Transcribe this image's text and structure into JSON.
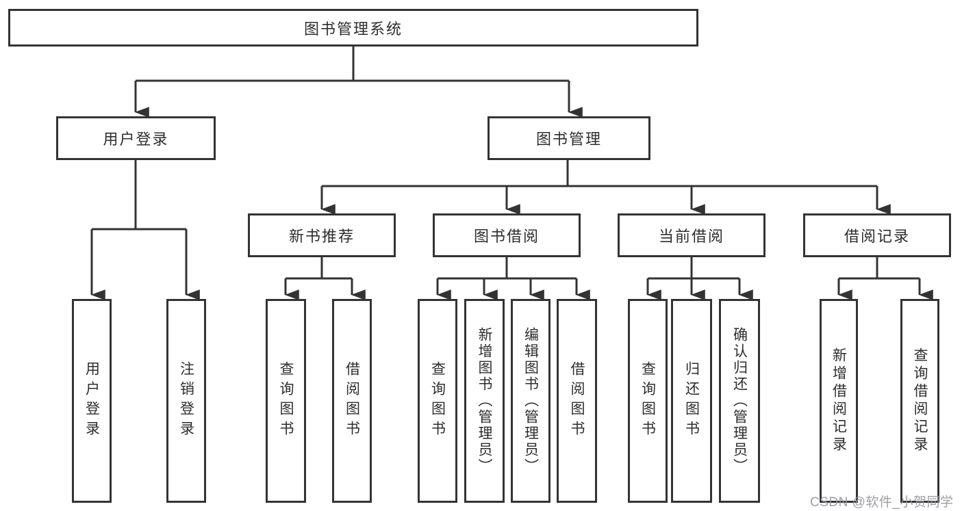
{
  "root": {
    "label": "图书管理系统"
  },
  "branches": {
    "user_login": {
      "label": "用户登录"
    },
    "book_mgmt": {
      "label": "图书管理"
    },
    "new_book_rec": {
      "label": "新书推荐"
    },
    "book_borrow": {
      "label": "图书借阅"
    },
    "current_borrow": {
      "label": "当前借阅"
    },
    "borrow_records": {
      "label": "借阅记录"
    }
  },
  "leaves": {
    "user_login_leaf": {
      "label": "用户登录"
    },
    "logout": {
      "label": "注销登录"
    },
    "rec_query_books": {
      "label": "查询图书"
    },
    "rec_borrow_books": {
      "label": "借阅图书"
    },
    "bb_query_books": {
      "label": "查询图书"
    },
    "bb_add_books": {
      "label": "新增图书（管理员）"
    },
    "bb_edit_books": {
      "label": "编辑图书（管理员）"
    },
    "bb_borrow_books": {
      "label": "借阅图书"
    },
    "cb_query_books": {
      "label": "查询图书"
    },
    "cb_return_books": {
      "label": "归还图书"
    },
    "cb_confirm_return": {
      "label": "确认归还（管理员）"
    },
    "br_add_record": {
      "label": "新增借阅记录"
    },
    "br_query_record": {
      "label": "查询借阅记录"
    }
  },
  "watermark": {
    "text": "CSDN @软件_小贺同学"
  },
  "colors": {
    "line": "#333333",
    "background": "#ffffff",
    "watermark": "#98989e"
  }
}
